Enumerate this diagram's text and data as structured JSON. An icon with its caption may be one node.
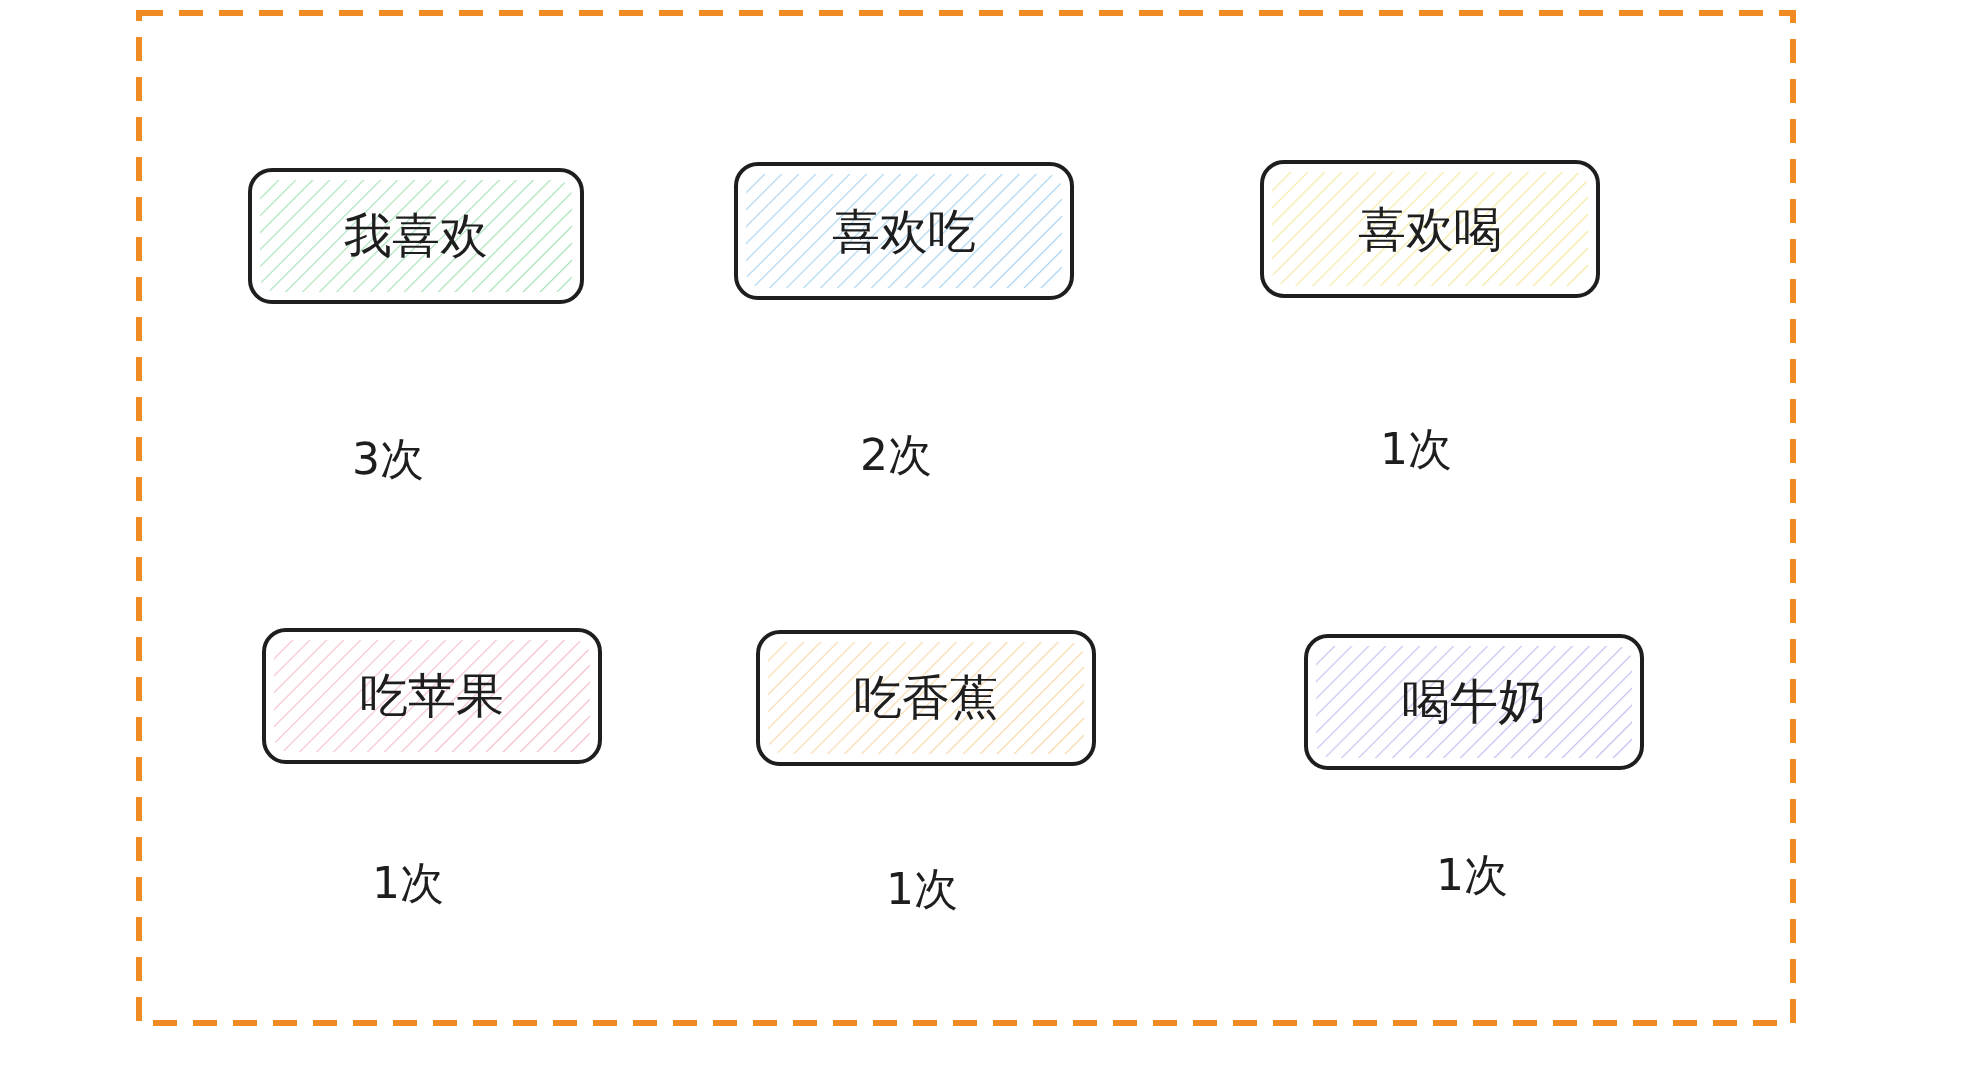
{
  "diagram": {
    "nodes": [
      {
        "text": [],
        "shape": "box"
      },
      {
        "text": [
          "我喜欢"
        ],
        "in": 0,
        "beside": [
          "3次"
        ]
      },
      {
        "text": [
          "喜欢吃"
        ],
        "in": 0,
        "beside": [
          "2次"
        ]
      },
      {
        "text": [
          "喜欢喝"
        ],
        "in": 0,
        "beside": [
          "1次"
        ]
      },
      {
        "text": [
          "吃苹果"
        ],
        "in": 0,
        "beside": [
          "1次"
        ]
      },
      {
        "text": [
          "吃香蕉"
        ],
        "in": 0,
        "beside": [
          "1次"
        ]
      },
      {
        "text": [
          "喝牛奶"
        ],
        "in": 0,
        "beside": [
          "1次"
        ]
      }
    ]
  }
}
